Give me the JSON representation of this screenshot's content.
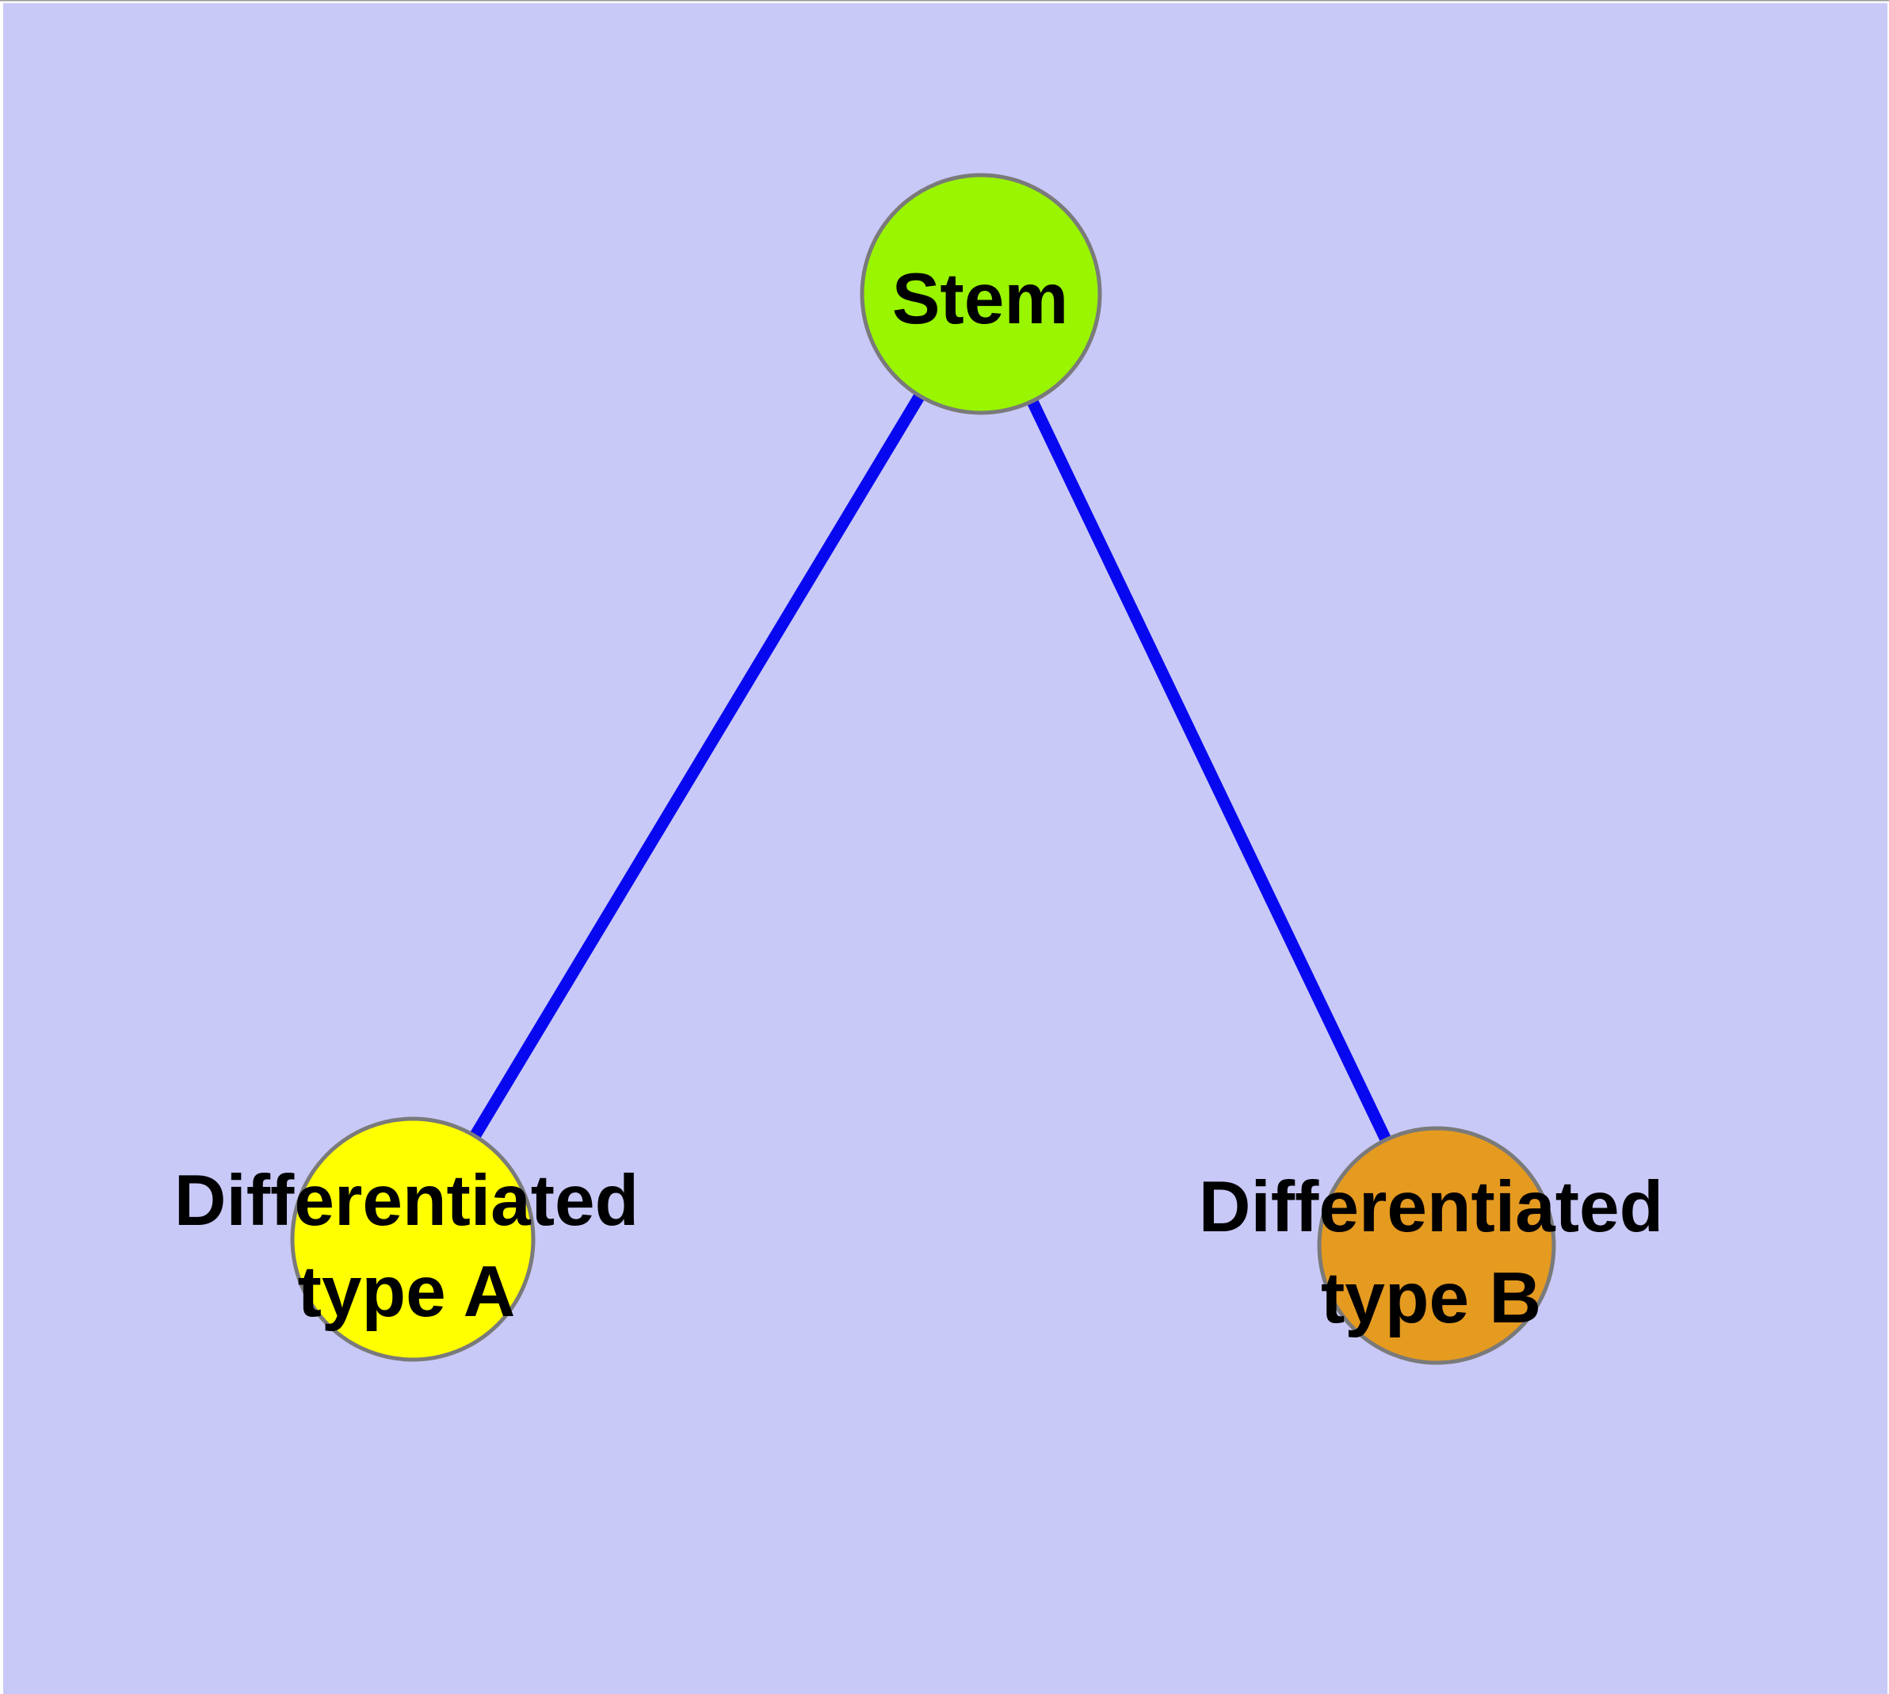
{
  "canvas": {
    "background_color": "#C9C9F8",
    "frame_color": "#FFFFFF",
    "top_hairline_color": "#9A9A9A"
  },
  "graph": {
    "edge_color": "#0808F0",
    "node_border_color": "#7A7A7A",
    "label_text_color": "#000000",
    "nodes": {
      "stem": {
        "label": "Stem",
        "fill_color": "#99F500"
      },
      "diff_a": {
        "label_line1": "Differentiated",
        "label_line2": "type A",
        "full_label": "Differentiated type A",
        "fill_color": "#FFFF00"
      },
      "diff_b": {
        "label_line1": "Differentiated",
        "label_line2": "type B",
        "full_label": "Differentiated type B",
        "fill_color": "#E59A20"
      }
    },
    "edges": [
      {
        "from": "Stem",
        "to": "Differentiated type A"
      },
      {
        "from": "Stem",
        "to": "Differentiated type B"
      }
    ]
  }
}
